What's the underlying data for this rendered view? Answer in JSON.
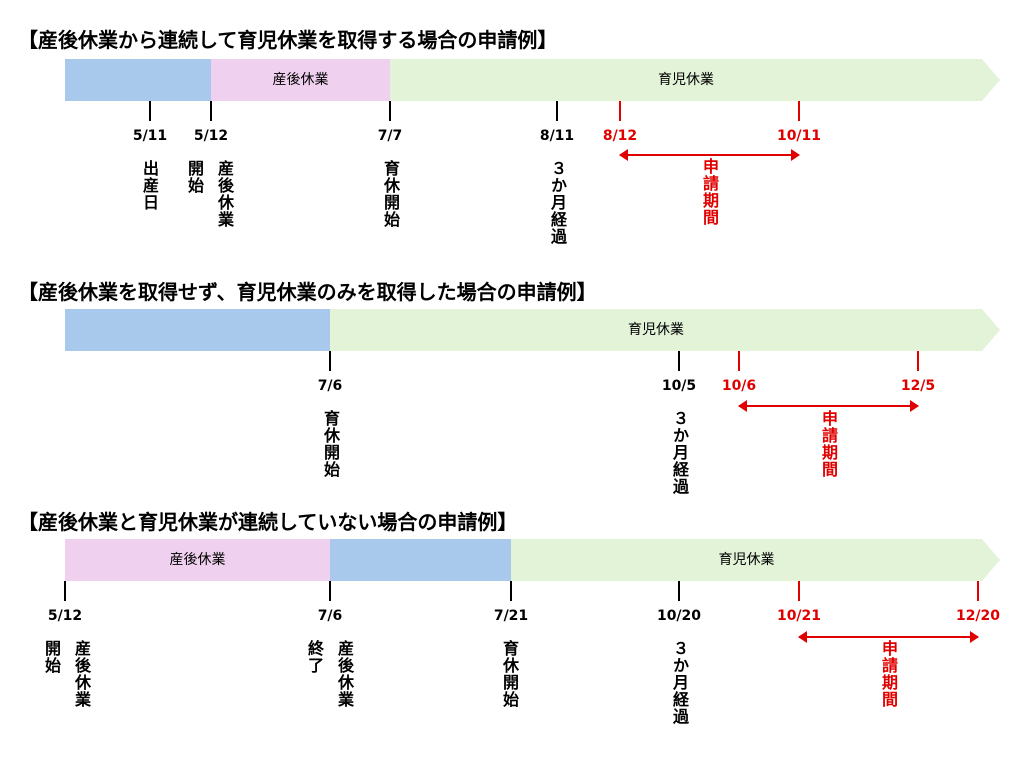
{
  "colors": {
    "postpartum_leave": "#EFD0EE",
    "before_birth": "#A9C9EC",
    "childcare_leave": "#E2F3D8",
    "application_red": "#E00000"
  },
  "labels": {
    "postpartum_leave": "産後休業",
    "childcare_leave": "育児休業",
    "application_period": "申請期間",
    "childbirth_day": "出産日",
    "start": "開始",
    "postpartum": "産後休業",
    "childcare_start": "育休開始",
    "three_months": "３か月経過",
    "end": "終了"
  },
  "sections": [
    {
      "title": "【産後休業から連続して育児休業を取得する場合の申請例】",
      "dates": [
        "5/11",
        "5/12",
        "7/7",
        "8/11",
        "8/12",
        "10/11"
      ]
    },
    {
      "title": "【産後休業を取得せず、育児休業のみを取得した場合の申請例】",
      "dates": [
        "7/6",
        "10/5",
        "10/6",
        "12/5"
      ]
    },
    {
      "title": "【産後休業と育児休業が連続していない場合の申請例】",
      "dates": [
        "5/12",
        "7/6",
        "7/21",
        "10/20",
        "10/21",
        "12/20"
      ]
    }
  ]
}
